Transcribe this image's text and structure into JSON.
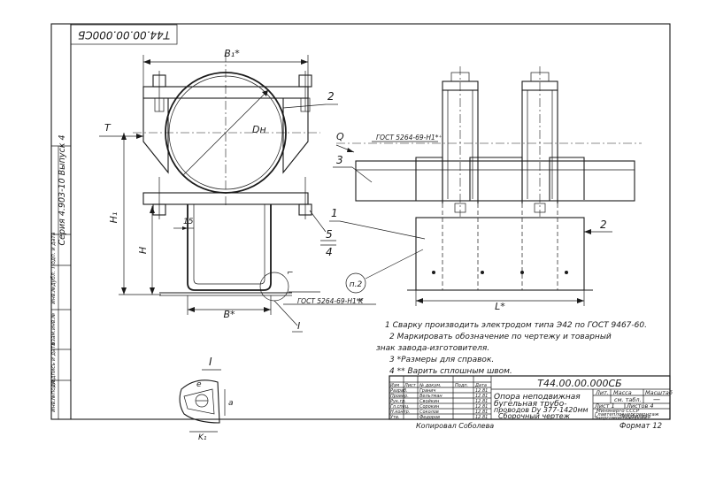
{
  "sheet": {
    "top_code": "Т44.00.00.000СБ",
    "left_series": "Серия 4.903-10  Выпуск 4",
    "left_column_labels": [
      "Инв.№подл.",
      "Подпись и дата",
      "Взам.инв.№",
      "Инв.№дубл.",
      "Подп. и дата"
    ]
  },
  "drawing": {
    "dims": {
      "b1": "B₁*",
      "dn": "Dн",
      "h1": "H₁",
      "h": "H",
      "fifteen": "15",
      "b": "B*",
      "l": "L*",
      "e": "e",
      "a": "a",
      "k1": "K₁"
    },
    "callouts": {
      "n1": "1",
      "n2_left": "2",
      "n2_right": "2",
      "n3": "3",
      "n4": "4",
      "n5": "5",
      "t": "T",
      "q": "Q",
      "p2": "п.2",
      "detail_mark": "I",
      "detail_title": "I"
    },
    "weld_top": "ГОСТ 5264-69-Н1*⁺",
    "weld_bottom": "ГОСТ 5264-69-Н1**",
    "weld_k": "K"
  },
  "notes": [
    "1 Сварку производить электродом типа Э42 по ГОСТ 9467-60.",
    "2 Маркировать обозначение по чертежу и товарный",
    "знак завода-изготовителя.",
    "3 *Размеры для справок.",
    "4 ** Варить сплошным швом."
  ],
  "title_block": {
    "designation": "Т44.00.00.000СБ",
    "title_lines": [
      "Опора неподвижная",
      "бугельная трубо-",
      "проводов Dу 377-1420мм",
      "Сборочный чертеж"
    ],
    "headers": {
      "lit": "Лит.",
      "mass": "Масса",
      "scale": "Масштаб"
    },
    "mass_value": "см. табл.",
    "scale_value": "—",
    "sheet_label": "Лист 1",
    "sheets_label": "Листов 4",
    "org_lines": [
      "Минэнерго СССР",
      "Главтеплоэнергомонтаж",
      "Энергомонтажпроект",
      "Лен.филиал"
    ],
    "col_headers": [
      "Изм",
      "Лист",
      "№ докум.",
      "Подп.",
      "Дата"
    ],
    "roles": [
      "Разраб.",
      "Провер.",
      "Рук.гр.",
      "Гл.спец.",
      "Н.контр.",
      "Утв."
    ],
    "names": [
      "Гранич",
      "Вельтман",
      "Свойкин",
      "Сорокин",
      "Соколов",
      "Федоров"
    ],
    "dates": [
      "12.81",
      "12.81",
      "12.81",
      "12.81",
      "12.81",
      "12.81"
    ],
    "copied": "Копировал Соболева",
    "format": "Формат 12"
  }
}
